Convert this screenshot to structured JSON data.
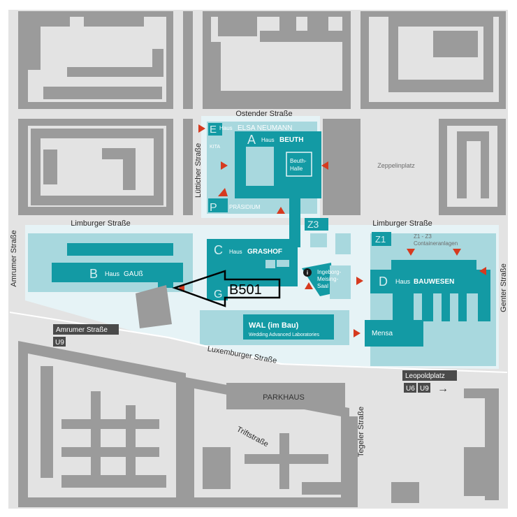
{
  "colors": {
    "block": "#9b9b9b",
    "street": "#e3e3e3",
    "campus": "#e6f3f6",
    "teal_light": "#a8d8de",
    "teal": "#139aa4",
    "arrow": "#d63a1f"
  },
  "streets": {
    "ostender": "Ostender Straße",
    "luetticher": "Lütticher Straße",
    "limburger_left": "Limburger Straße",
    "limburger_right": "Limburger Straße",
    "amrumer_vertical": "Amrumer Straße",
    "genter": "Genter Straße",
    "luxemburger": "Luxemburger Straße",
    "triftstrasse": "Triftstraße",
    "tegeler": "Tegeler Straße"
  },
  "places": {
    "zeppelinplatz": "Zeppelinplatz",
    "parkhaus": "PARKHAUS"
  },
  "buildings": {
    "E": {
      "letter": "E",
      "prefix": "Haus",
      "name": "ELSA NEUMANN"
    },
    "kita": "KITA",
    "A": {
      "letter": "A",
      "prefix": "Haus",
      "name": "BEUTH"
    },
    "beuth_halle_line1": "Beuth-",
    "beuth_halle_line2": "Halle",
    "P": {
      "letter": "P",
      "name": "PRÄSIDIUM"
    },
    "Z3": "Z3",
    "Z1": "Z1",
    "containers_line1": "Z1 - Z3",
    "containers_line2": "Containeranlagen",
    "C": {
      "letter": "C",
      "prefix": "Haus",
      "name": "GRASHOF"
    },
    "G": "G",
    "B": {
      "letter": "B",
      "prefix": "Haus",
      "name": "GAUß"
    },
    "D": {
      "letter": "D",
      "prefix": "Haus",
      "name": "BAUWESEN"
    },
    "saal_line1": "Ingeborg-",
    "saal_line2": "Meising-",
    "saal_line3": "Saal",
    "info_icon": "i",
    "wal_title": "WAL (im Bau)",
    "wal_subtitle": "Wedding Advanced Laboratories",
    "mensa": "Mensa"
  },
  "transit": {
    "amrumer_station": "Amrumer Straße",
    "amrumer_line": "U9",
    "leopoldplatz_station": "Leopoldplatz",
    "leopold_line_1": "U6",
    "leopold_line_2": "U9",
    "direction_arrow": "→"
  },
  "annotation": {
    "label": "B501",
    "icon": "left-arrow-outline"
  }
}
